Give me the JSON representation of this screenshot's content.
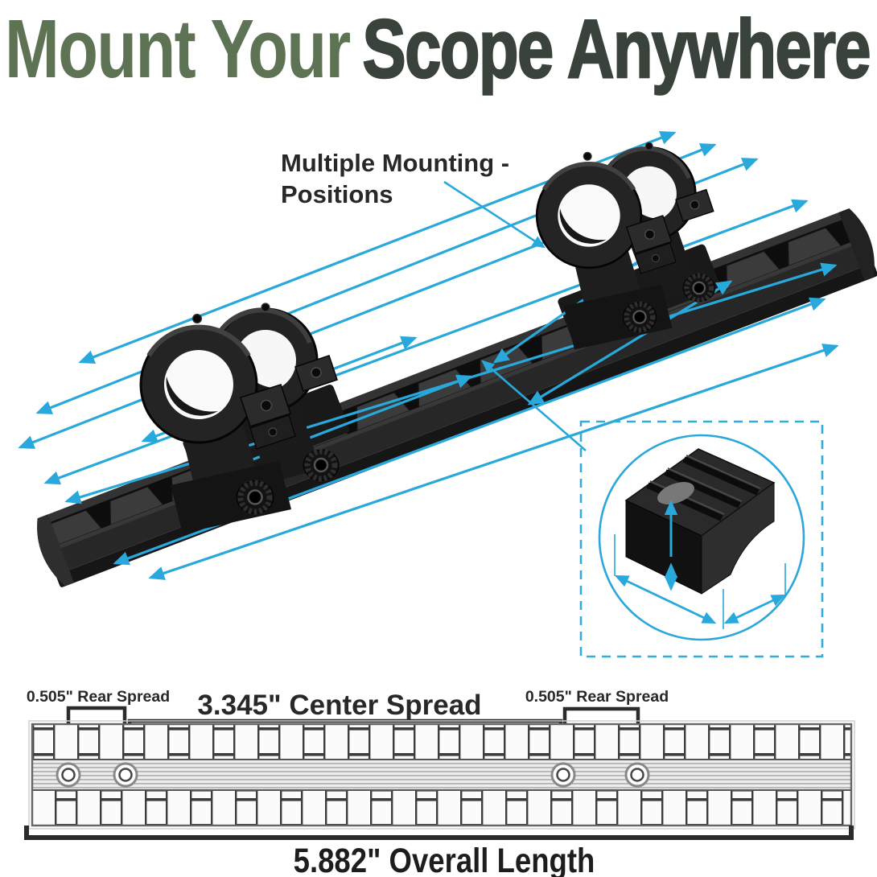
{
  "title": {
    "part1": "Mount Your",
    "part2": "Scope Anywhere"
  },
  "colors": {
    "title_green": "#5d7354",
    "title_dark": "#39423b",
    "arrow_blue": "#29a8dc",
    "inset_blue": "#35aadc",
    "drawing_line": "#2b2b2b",
    "product_black": "#232323"
  },
  "illustration": {
    "label": {
      "line1": "Multiple Mounting -",
      "line2": "Positions"
    }
  },
  "drawing": {
    "rear_spread_left": "0.505\" Rear Spread",
    "center_spread": "3.345\" Center Spread",
    "rear_spread_right": "0.505\" Rear Spread",
    "overall_length": "5.882\" Overall Length"
  }
}
